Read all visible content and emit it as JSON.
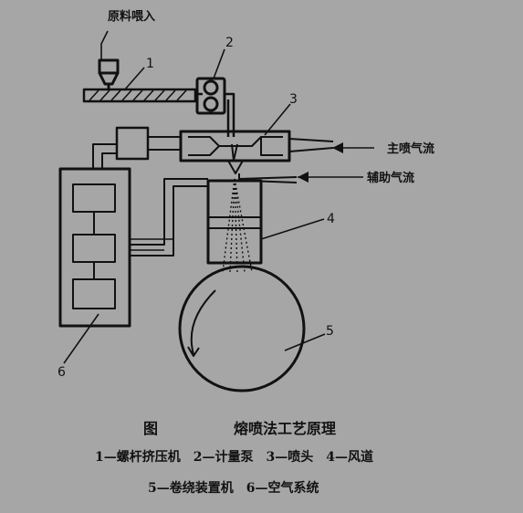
{
  "labels": {
    "feed_inlet": "原料喂入",
    "main_airflow": "主喷气流",
    "aux_airflow": "辅助气流"
  },
  "numbers": [
    "1",
    "2",
    "3",
    "4",
    "5",
    "6"
  ],
  "caption": {
    "figure_prefix": "图",
    "title": "熔喷法工艺原理",
    "legend_line1": "1—螺杆挤压机　2—计量泵　3—喷头　4—风道",
    "legend_line2": "5—卷绕装置机　6—空气系统"
  }
}
